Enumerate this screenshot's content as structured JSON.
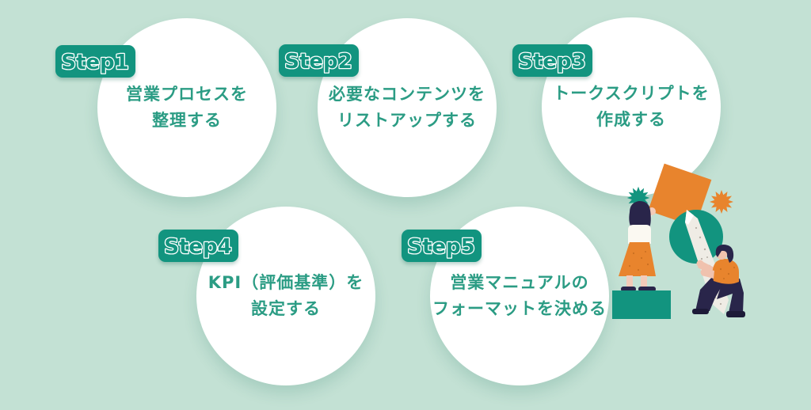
{
  "page": {
    "background_color": "#c3e1d4",
    "circle_color": "#ffffff",
    "badge_color": "#12947f",
    "text_color": "#2b9c84"
  },
  "steps": [
    {
      "badge": "Step1",
      "lines": [
        "営業プロセスを",
        "整理する"
      ]
    },
    {
      "badge": "Step2",
      "lines": [
        "必要なコンテンツを",
        "リストアップする"
      ]
    },
    {
      "badge": "Step3",
      "lines": [
        "トークスクリプトを",
        "作成する"
      ]
    },
    {
      "badge": "Step4",
      "lines": [
        "KPI（評価基準）を",
        "設定する"
      ]
    },
    {
      "badge": "Step5",
      "lines": [
        "営業マニュアルの",
        "フォーマットを決める"
      ]
    }
  ],
  "illustration": {
    "colors": {
      "teal": "#12947f",
      "orange": "#e8842d",
      "navy": "#29254a",
      "shoe": "#1d1a38",
      "skin": "#f3cbb9",
      "cream": "#fbf9f2",
      "pencil": "#efece5"
    },
    "icons": [
      "teal-starburst-icon",
      "orange-starburst-icon",
      "orange-square-icon",
      "teal-circle-icon",
      "pencil-icon",
      "woman-figure",
      "man-figure",
      "pedestal-icon"
    ]
  }
}
